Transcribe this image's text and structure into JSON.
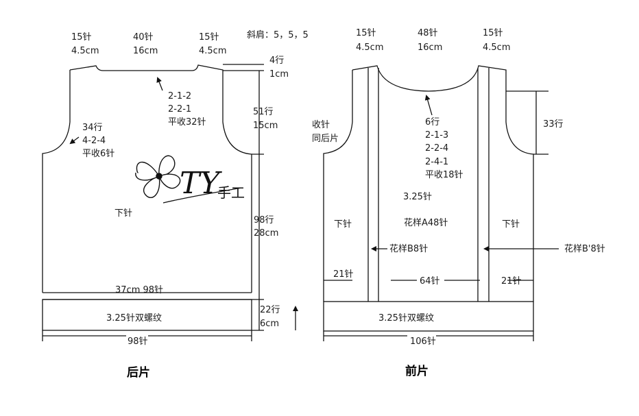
{
  "back": {
    "top_left_sts": "15针",
    "top_left_cm": "4.5cm",
    "top_mid_sts": "40针",
    "top_mid_cm": "16cm",
    "top_right_sts": "15针",
    "top_right_cm": "4.5cm",
    "slope_shoulder": "斜肩：5，5，5",
    "neck_rows": "4行",
    "neck_cm": "1cm",
    "neck_dec": [
      "2-1-2",
      "2-2-1",
      "平收32针"
    ],
    "arm_rows": "51行",
    "arm_cm": "15cm",
    "arm_dec": [
      "34行",
      "4-2-4",
      "平收6针"
    ],
    "body_rows": "98行",
    "body_cm": "28cm",
    "stitch": "下针",
    "width_line": "37cm  98针",
    "rib_rows": "22行",
    "rib_cm": "6cm",
    "rib_label": "3.25针双螺纹",
    "bottom_sts": "98针",
    "title": "后片"
  },
  "front": {
    "top_left_sts": "15针",
    "top_left_cm": "4.5cm",
    "top_mid_sts": "48针",
    "top_mid_cm": "16cm",
    "top_right_sts": "15针",
    "top_right_cm": "4.5cm",
    "arm_note": [
      "收针",
      "同后片"
    ],
    "neck_rows": "33行",
    "neck_dec": [
      "6行",
      "2-1-3",
      "2-2-4",
      "2-4-1",
      "平收18针"
    ],
    "needle": "3.25针",
    "pattern_a": "花样A48针",
    "stitch_left": "下针",
    "stitch_right": "下针",
    "pattern_b": "花样B8针",
    "pattern_b2": "花样B'8针",
    "side_left": "21针",
    "center": "64针",
    "side_right": "21针",
    "rib_label": "3.25针双螺纹",
    "bottom_sts": "106针",
    "title": "前片"
  },
  "logo": {
    "text": "手工"
  }
}
